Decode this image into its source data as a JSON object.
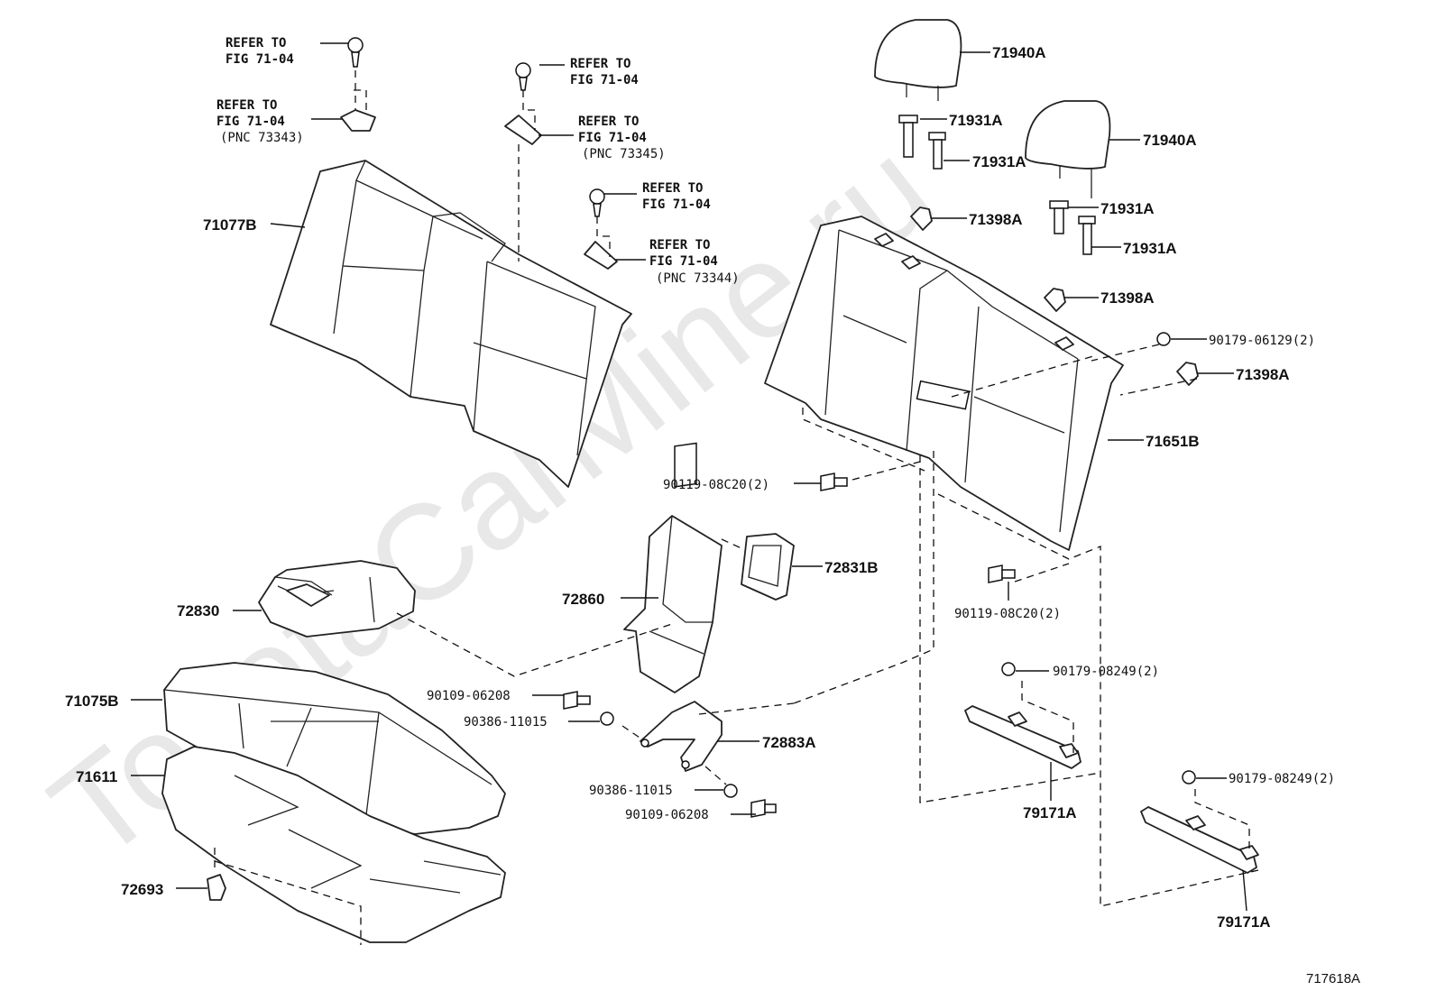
{
  "watermark": "ToyotaCarMine.ru",
  "figure_code": "717618A",
  "references": {
    "r1": {
      "line1": "REFER TO",
      "line2": "FIG 71-04"
    },
    "r2": {
      "line1": "REFER TO",
      "line2": "FIG 71-04",
      "line3": "(PNC 73343)"
    },
    "r3": {
      "line1": "REFER TO",
      "line2": "FIG 71-04"
    },
    "r4": {
      "line1": "REFER TO",
      "line2": "FIG 71-04",
      "line3": "(PNC 73345)"
    },
    "r5": {
      "line1": "REFER TO",
      "line2": "FIG 71-04"
    },
    "r6": {
      "line1": "REFER TO",
      "line2": "FIG 71-04",
      "line3": "(PNC 73344)"
    }
  },
  "parts": {
    "p71940a_1": "71940A",
    "p71940a_2": "71940A",
    "p71931a_1": "71931A",
    "p71931a_2": "71931A",
    "p71931a_3": "71931A",
    "p71931a_4": "71931A",
    "p71398a_1": "71398A",
    "p71398a_2": "71398A",
    "p71398a_3": "71398A",
    "p90179_06129": "90179-06129(2)",
    "p71651b": "71651B",
    "p71077b": "71077B",
    "p90119_a": "90119-08C20(2)",
    "p90119_b": "90119-08C20(2)",
    "p72831b": "72831B",
    "p72830": "72830",
    "p72860": "72860",
    "p71075b": "71075B",
    "p71611": "71611",
    "p90109_a": "90109-06208",
    "p90386_a": "90386-11015",
    "p72883a": "72883A",
    "p90386_b": "90386-11015",
    "p90109_b": "90109-06208",
    "p72693": "72693",
    "p90179_08249_a": "90179-08249(2)",
    "p90179_08249_b": "90179-08249(2)",
    "p79171a_1": "79171A",
    "p79171a_2": "79171A"
  }
}
